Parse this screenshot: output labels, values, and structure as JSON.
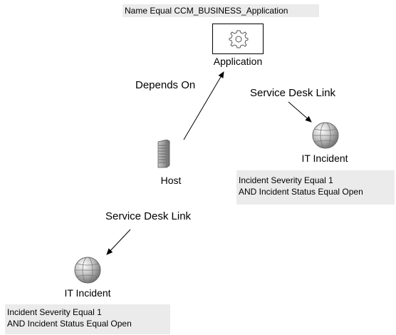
{
  "application": {
    "condition": "Name  Equal  CCM_BUSINESS_Application",
    "label": "Application",
    "icon": "gear-icon"
  },
  "host": {
    "label": "Host",
    "icon": "server-icon"
  },
  "incident_right": {
    "label": "IT Incident",
    "icon": "globe-icon",
    "condition_line1": "Incident Severity  Equal  1",
    "condition_line2": "AND  Incident Status  Equal  Open"
  },
  "incident_left": {
    "label": "IT Incident",
    "icon": "globe-icon",
    "condition_line1": "Incident Severity  Equal  1",
    "condition_line2": "AND  Incident Status  Equal  Open"
  },
  "edges": {
    "depends_on": "Depends On",
    "service_desk_link_right": "Service Desk Link",
    "service_desk_link_left": "Service Desk Link"
  }
}
